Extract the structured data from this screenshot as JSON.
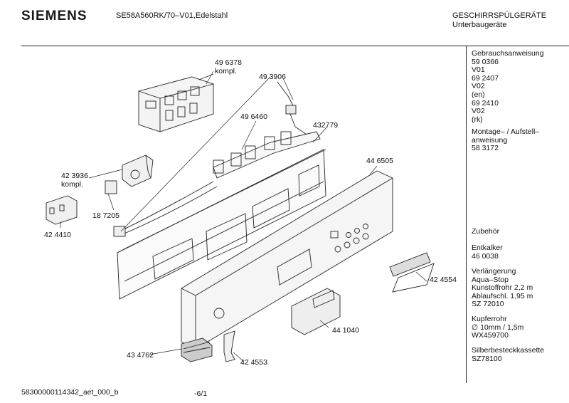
{
  "header": {
    "brand": "SIEMENS",
    "model": "SE58A560RK/70–V01,Edelstahl",
    "category_line1": "GESCHIRRSPÜLGERÄTE",
    "category_line2": "Unterbaugeräte"
  },
  "parts": {
    "p496378": "49 6378\nkompl.",
    "p493906": "49 3906",
    "p496460": "49 6460",
    "p432779": "432779",
    "p446505": "44 6505",
    "p423936": "42 3936\nkompl.",
    "p187205": "18 7205",
    "p424410": "42 4410",
    "p424554": "42 4554",
    "p441040": "44 1040",
    "p434762": "43 4762",
    "p424553": "42 4553"
  },
  "sidebar": {
    "manual": "Gebrauchsanweisung\n59 0366\nV01\n69 2407\nV02\n(en)\n69 2410\nV02\n(rk)",
    "install": "Montage– / Aufstell–\nanweisung\n58 3172",
    "accessories": "Zubehör",
    "descaler": "Entkalker\n46 0038",
    "extension": "Verlängerung\nAqua–Stop\nKunstoffrohr 2,2 m\nAblaufschl. 1,95 m\nSZ 72010",
    "copper": "Kupferrohr\n∅ 10mm / 1,5m\nWX459700",
    "cutlery": "Silberbesteckkassette\nSZ78100"
  },
  "footer": {
    "doc_id": "58300000114342_aet_000_b",
    "page": "-6/1"
  }
}
